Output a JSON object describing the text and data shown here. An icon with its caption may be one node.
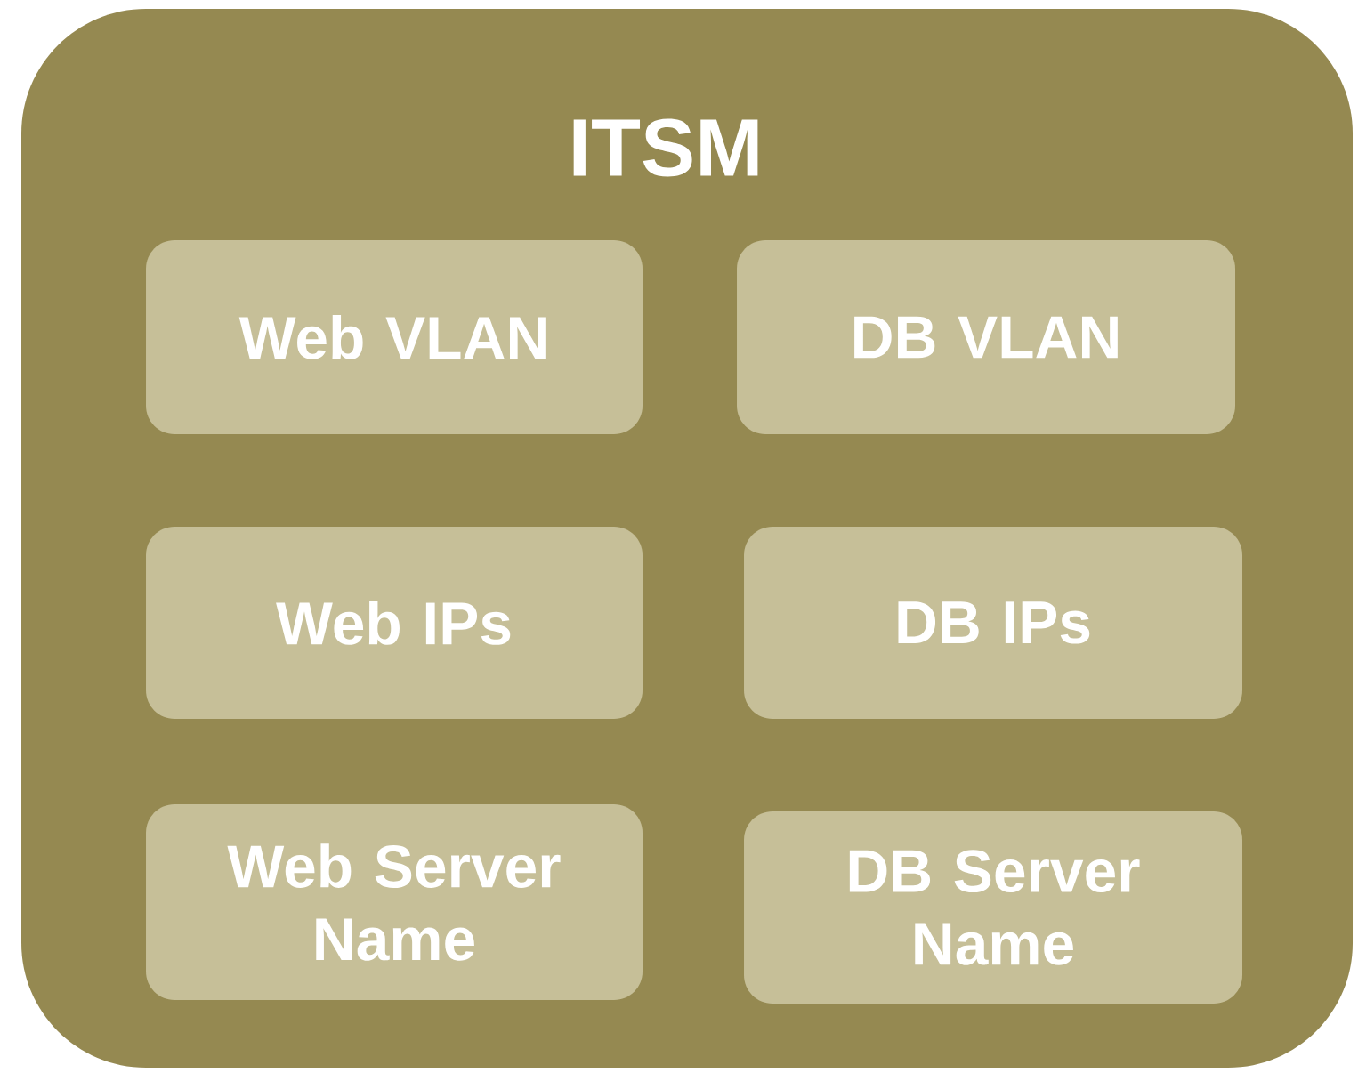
{
  "diagram": {
    "nodes": [
      {
        "text": [
          "ITSM"
        ]
      },
      {
        "text": [
          "Web VLAN"
        ],
        "in": 0
      },
      {
        "text": [
          "DB VLAN"
        ],
        "in": 0
      },
      {
        "text": [
          "Web IPs"
        ],
        "in": 0
      },
      {
        "text": [
          "DB IPs"
        ],
        "in": 0
      },
      {
        "text": [
          "Web Server Name"
        ],
        "in": 0
      },
      {
        "text": [
          "DB Server Name"
        ],
        "in": 0
      }
    ]
  }
}
